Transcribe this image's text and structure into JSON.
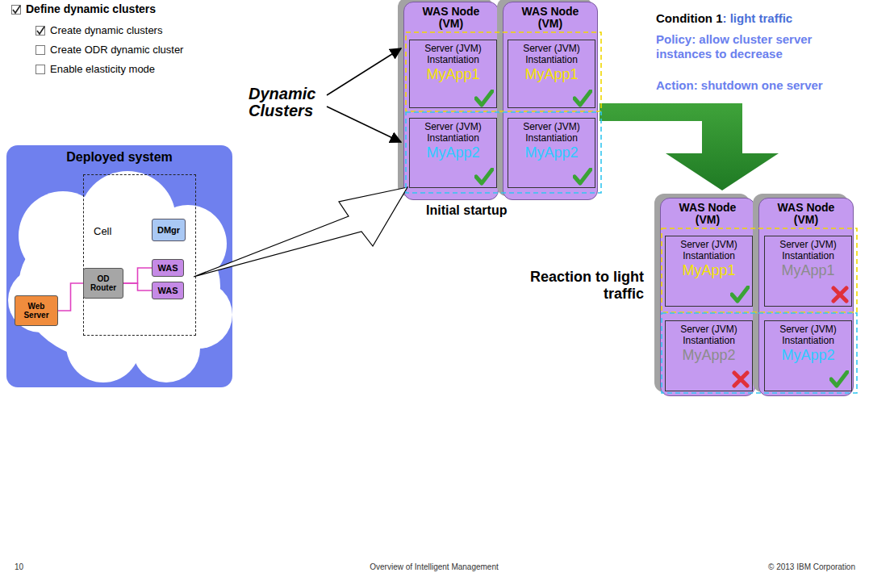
{
  "diagram": {
    "nodes": [
      {
        "text": [
          "Deployed system"
        ]
      },
      {
        "text": [
          "Cell"
        ],
        "in": 0
      },
      {
        "text": [
          "DMgr"
        ],
        "in": 1
      },
      {
        "text": [
          "OD Router"
        ],
        "in": 1
      },
      {
        "text": [
          "WAS"
        ],
        "in": 1
      },
      {
        "text": [
          "WAS"
        ],
        "in": 1
      },
      {
        "text": [
          "Web Server"
        ],
        "in": 0
      },
      {
        "text": [
          "WAS Node (VM)"
        ]
      },
      {
        "text": [
          "Server (JVM) Instantiation",
          "MyApp1"
        ],
        "in": 7
      },
      {
        "text": [
          "Server (JVM) Instantiation",
          "MyApp2"
        ],
        "in": 7
      },
      {
        "text": [
          "WAS Node (VM)"
        ]
      },
      {
        "text": [
          "Server (JVM) Instantiation",
          "MyApp1"
        ],
        "in": 10
      },
      {
        "text": [
          "Server (JVM) Instantiation",
          "MyApp2"
        ],
        "in": 10
      },
      {
        "text": [
          "WAS Node (VM)"
        ]
      },
      {
        "text": [
          "Server (JVM) Instantiation",
          "MyApp1"
        ],
        "in": 13
      },
      {
        "text": [
          "Server (JVM) Instantiation",
          "MyApp2"
        ],
        "in": 13
      },
      {
        "text": [
          "WAS Node (VM)"
        ]
      },
      {
        "text": [
          "Server (JVM) Instantiation",
          "MyApp1"
        ],
        "in": 16
      },
      {
        "text": [
          "Server (JVM) Instantiation",
          "MyApp2"
        ],
        "in": 16
      }
    ],
    "edges": [
      {
        "from": 6,
        "to": 3,
        "arrow": "none"
      },
      {
        "from": 3,
        "to": 4,
        "arrow": "none"
      },
      {
        "from": 3,
        "to": 5,
        "arrow": "none"
      }
    ],
    "labels": [
      "Define dynamic clusters",
      "Create dynamic clusters",
      "Create ODR dynamic cluster",
      "Enable elasticity mode",
      "Dynamic Clusters",
      "Initial startup",
      "Condition 1",
      ": light traffic",
      "Policy: allow cluster server instances to decrease",
      "Action: shutdown one server",
      "Reaction to light traffic",
      "10",
      "Overview of Intelligent Management",
      "© 2013 IBM Corporation"
    ]
  }
}
